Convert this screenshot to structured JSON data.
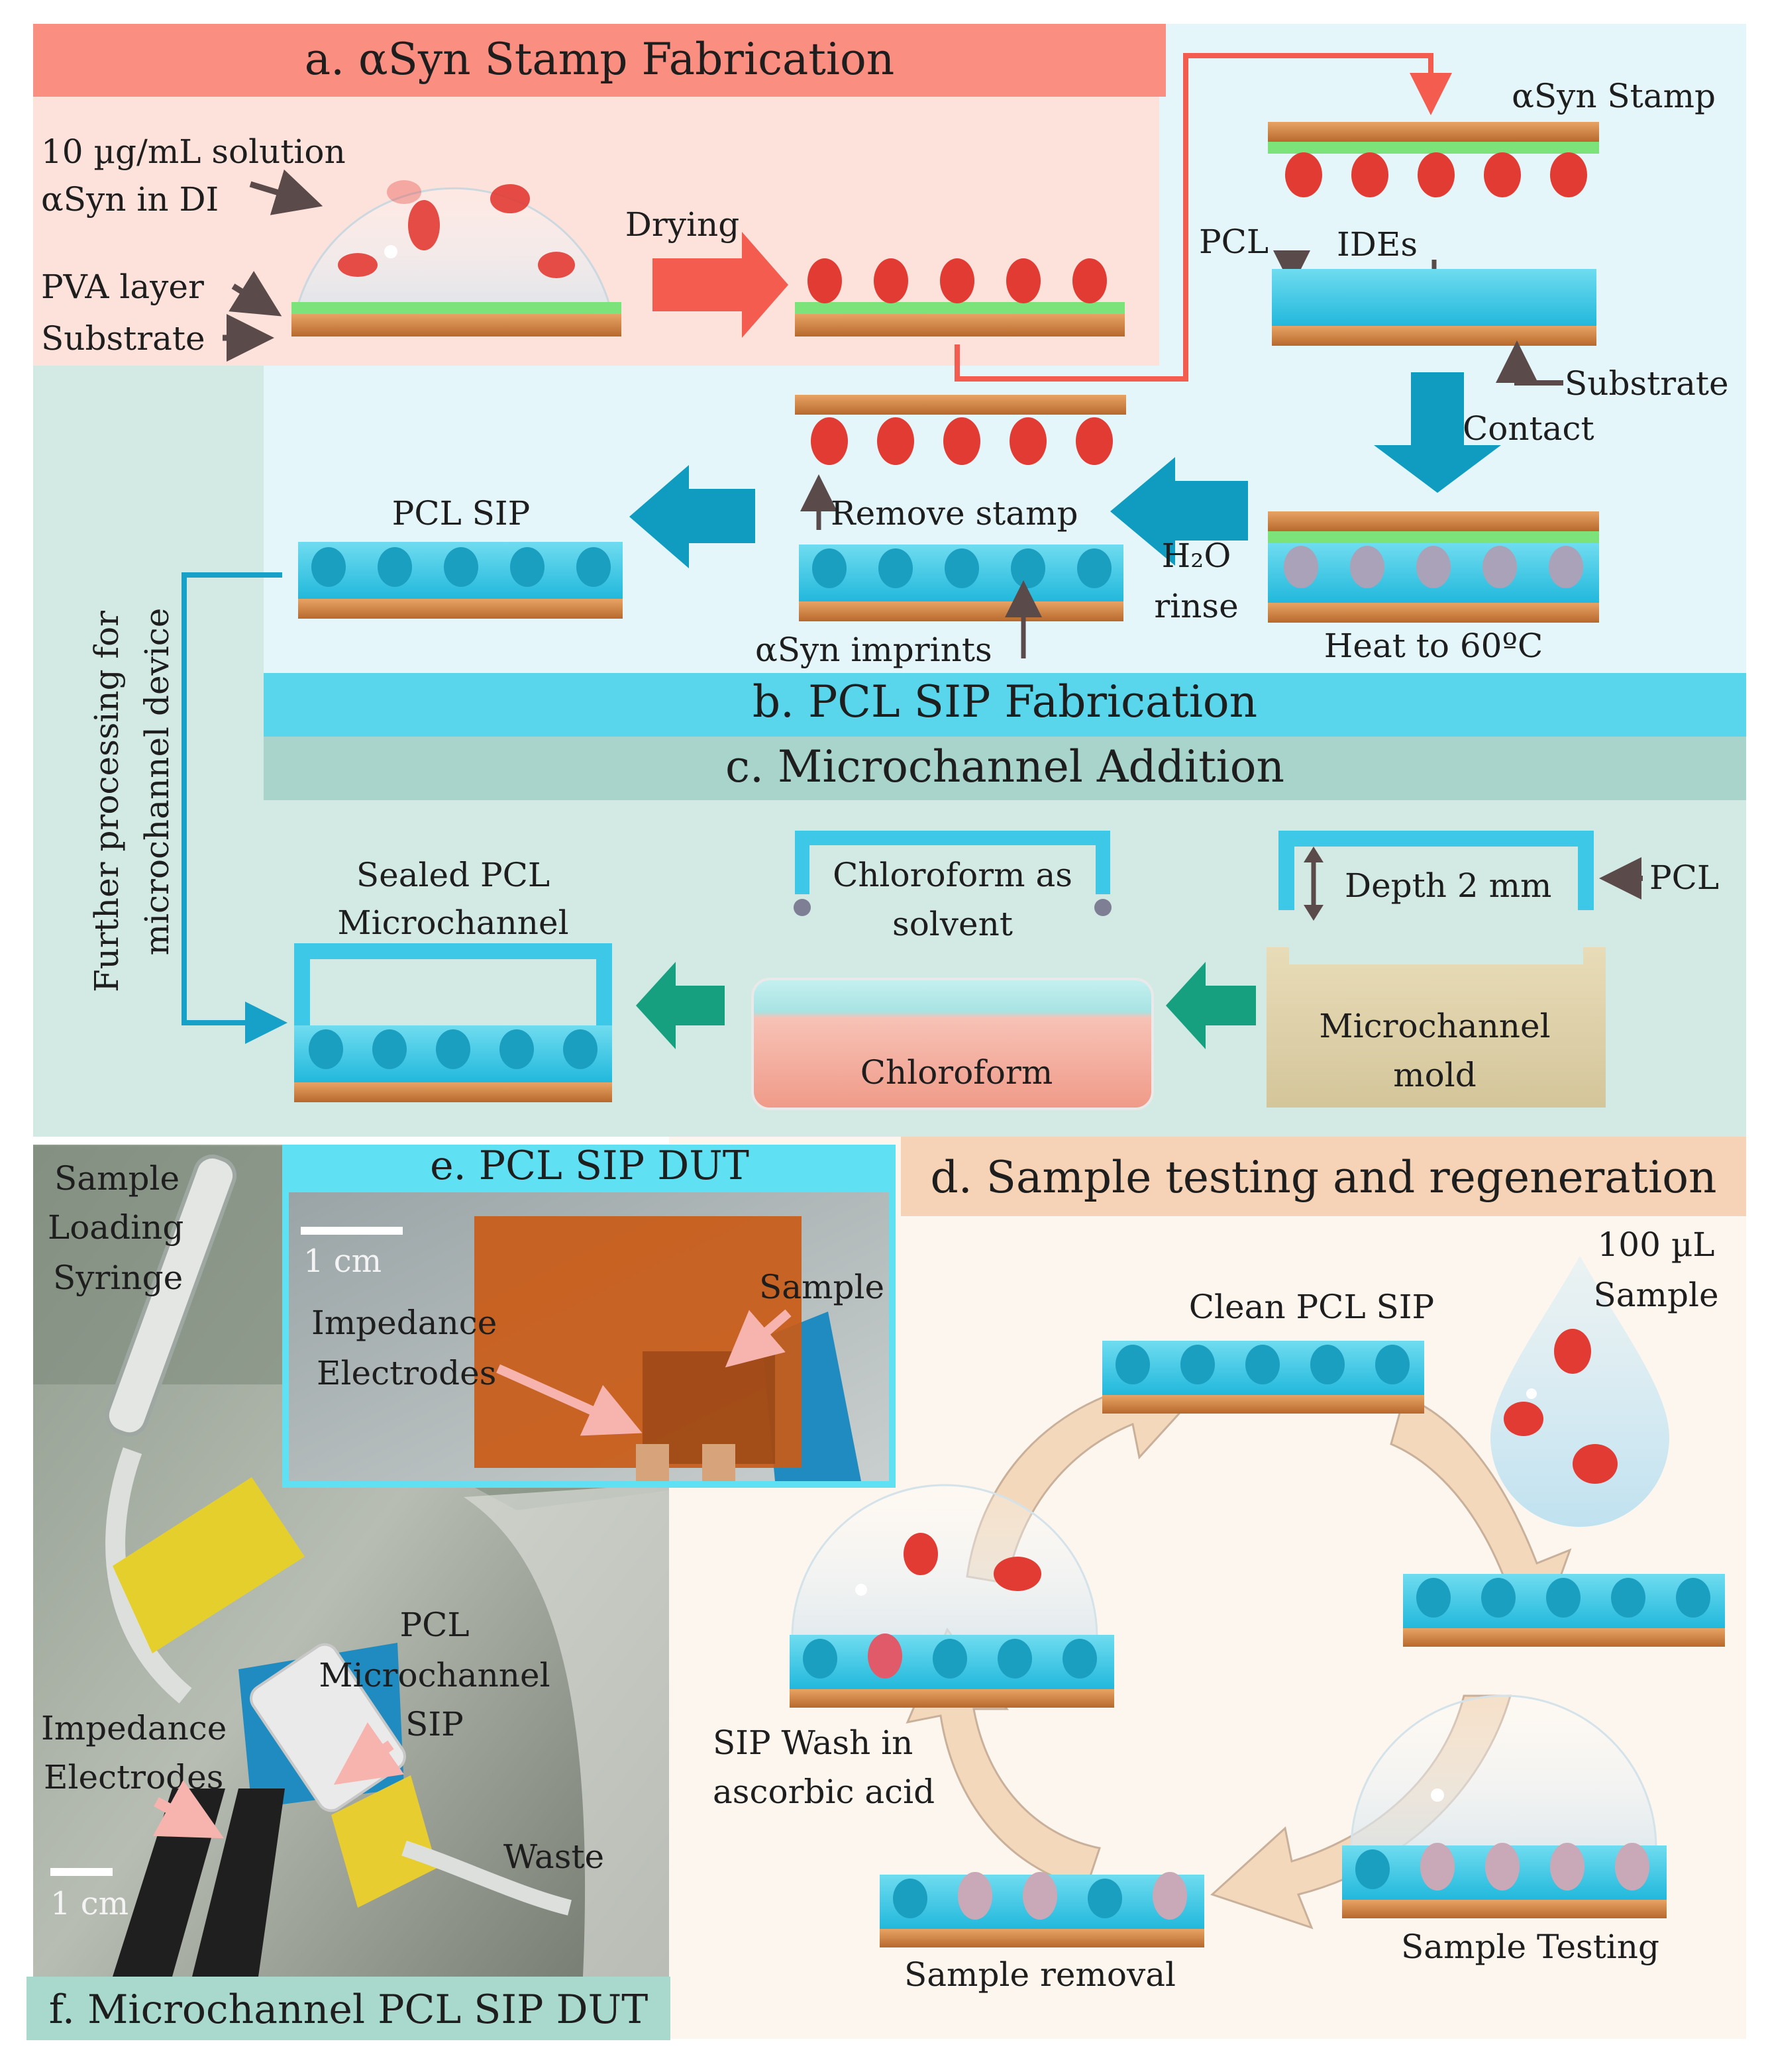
{
  "panel_a": {
    "title": "a. αSyn Stamp Fabrication",
    "solution_line1": "10 µg/mL solution",
    "solution_line2": "αSyn in DI",
    "pva_label": "PVA layer",
    "substrate_label": "Substrate",
    "drying_label": "Drying"
  },
  "panel_b": {
    "title": "b. PCL SIP Fabrication",
    "stamp_label": "αSyn Stamp",
    "pcl_label": "PCL",
    "ides_label": "IDEs",
    "substrate_label": "Substrate",
    "contact_label": "Contact",
    "heat_label": "Heat to 60ºC",
    "rinse_line1": "H₂O",
    "rinse_line2": "rinse",
    "remove_label": "Remove stamp",
    "imprints_label": "αSyn imprints",
    "sip_label": "PCL SIP"
  },
  "panel_c": {
    "title": "c. Microchannel Addition",
    "side_line1": "Further processing for",
    "side_line2": "microchannel device",
    "depth_label": "Depth 2 mm",
    "pcl_label": "PCL",
    "mold_line1": "Microchannel",
    "mold_line2": "mold",
    "solvent_line1": "Chloroform as",
    "solvent_line2": "solvent",
    "chloroform_label": "Chloroform",
    "sealed_line1": "Sealed PCL",
    "sealed_line2": "Microchannel"
  },
  "panel_d": {
    "title": "d. Sample testing and regeneration",
    "clean_label": "Clean PCL SIP",
    "sample_line1": "100 µL",
    "sample_line2": "Sample",
    "testing_label": "Sample Testing",
    "removal_label": "Sample removal",
    "wash_line1": "SIP Wash in",
    "wash_line2": "ascorbic acid"
  },
  "panel_e": {
    "title": "e. PCL SIP DUT",
    "scale_label": "1 cm",
    "sample_label": "Sample",
    "electrodes_line1": "Impedance",
    "electrodes_line2": "Electrodes"
  },
  "panel_f": {
    "title": "f. Microchannel PCL SIP DUT",
    "syringe_line1": "Sample",
    "syringe_line2": "Loading",
    "syringe_line3": "Syringe",
    "channel_line1": "PCL",
    "channel_line2": "Microchannel",
    "channel_line3": "SIP",
    "electrodes_line1": "Impedance",
    "electrodes_line2": "Electrodes",
    "waste_label": "Waste",
    "scale_label": "1 cm"
  },
  "colors": {
    "panel_a_bg": "#fde2dc",
    "panel_a_header": "#fa8e80",
    "panel_b_bg": "#e4f6f9",
    "panel_b_header": "#5ad6ec",
    "panel_c_bg": "#d2e9e4",
    "panel_c_header": "#a9d4cb",
    "panel_d_bg": "#fdf6ee",
    "panel_d_header": "#f6d3b6",
    "panel_e_header": "#5fe0f3",
    "panel_f_header": "#a9d8cd",
    "arrow_red": "#f45c50",
    "arrow_blue": "#0f9cc0",
    "arrow_green": "#17a07f",
    "protein_red": "#e23b33",
    "pcl_cyan": "#3cc8e6",
    "wood": "#d88a45"
  }
}
